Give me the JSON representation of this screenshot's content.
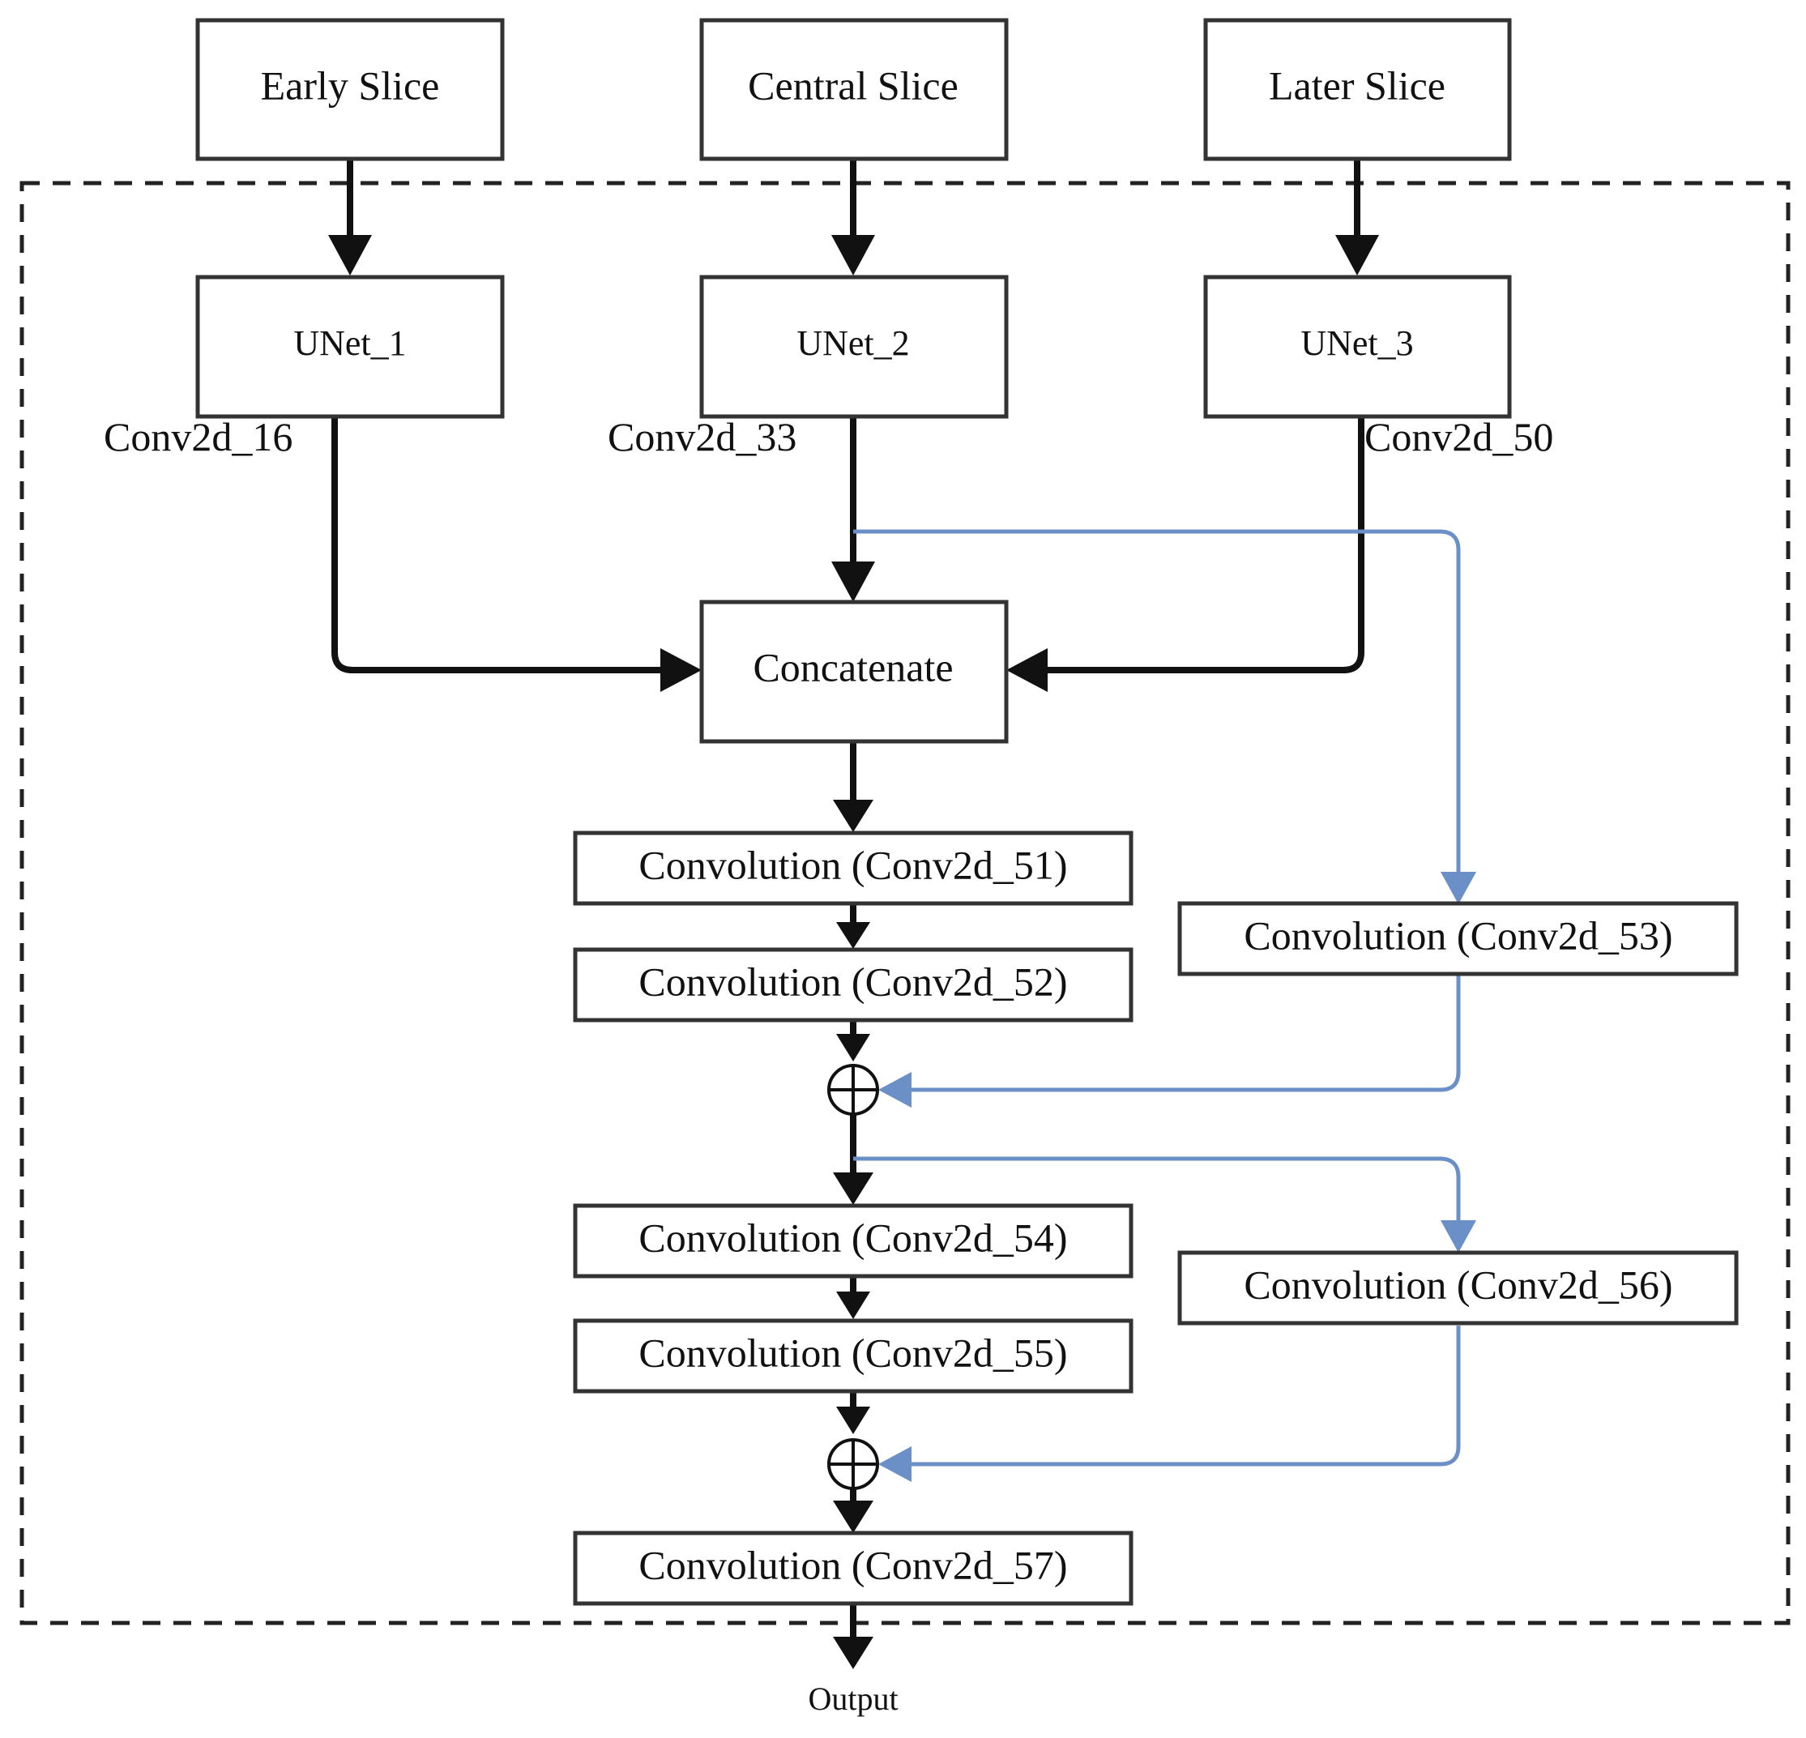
{
  "inputs": {
    "early": "Early Slice",
    "central": "Central Slice",
    "later": "Later Slice"
  },
  "unets": {
    "u1": "UNet_1",
    "u2": "UNet_2",
    "u3": "UNet_3"
  },
  "layer_labels": {
    "l16": "Conv2d_16",
    "l33": "Conv2d_33",
    "l50": "Conv2d_50"
  },
  "concat": "Concatenate",
  "convs": {
    "c51": "Convolution (Conv2d_51)",
    "c52": "Convolution (Conv2d_52)",
    "c53": "Convolution (Conv2d_53)",
    "c54": "Convolution (Conv2d_54)",
    "c55": "Convolution (Conv2d_55)",
    "c56": "Convolution (Conv2d_56)",
    "c57": "Convolution (Conv2d_57)"
  },
  "output": "Output",
  "colors": {
    "main_path": "#111111",
    "skip_path": "#6b8fc7",
    "box_border": "#333333"
  }
}
